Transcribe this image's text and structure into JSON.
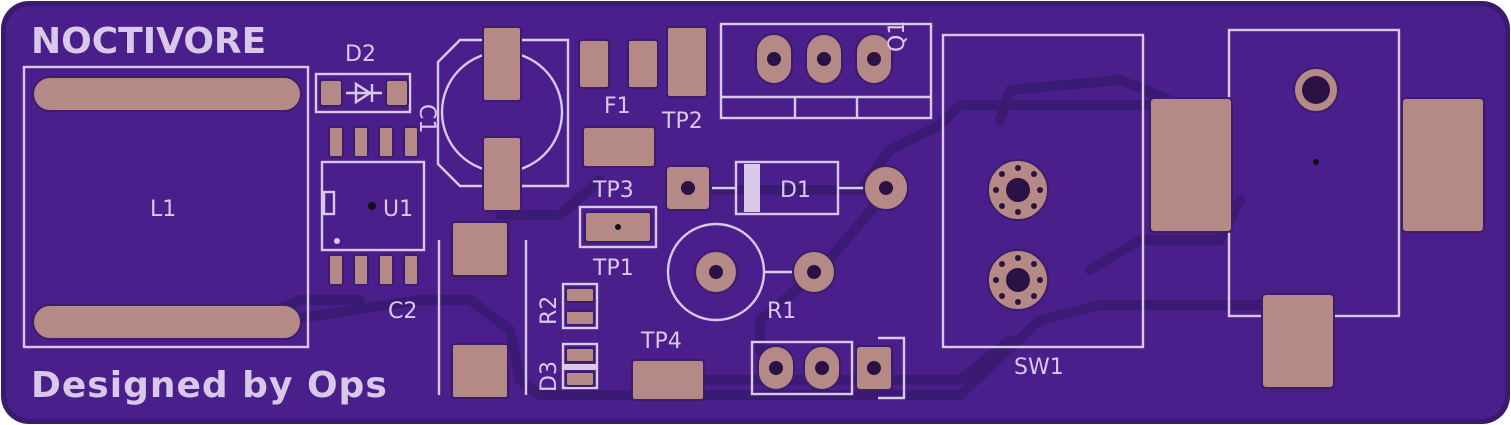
{
  "board": {
    "title": "NOCTIVORE",
    "credit": "Designed by Ops",
    "colors": {
      "mask": "#4a1f8c",
      "copper": "#b58a86",
      "silk": "#d8c9e8",
      "edge": "#3a1a6e"
    }
  },
  "labels": {
    "L1": "L1",
    "D2": "D2",
    "C1": "C1",
    "U1": "U1",
    "C2": "C2",
    "F1": "F1",
    "TP2": "TP2",
    "TP3": "TP3",
    "TP1": "TP1",
    "TP4": "TP4",
    "D1": "D1",
    "R1": "R1",
    "R2": "R2",
    "D3": "D3",
    "Q1": "Q1",
    "SW1": "SW1"
  }
}
